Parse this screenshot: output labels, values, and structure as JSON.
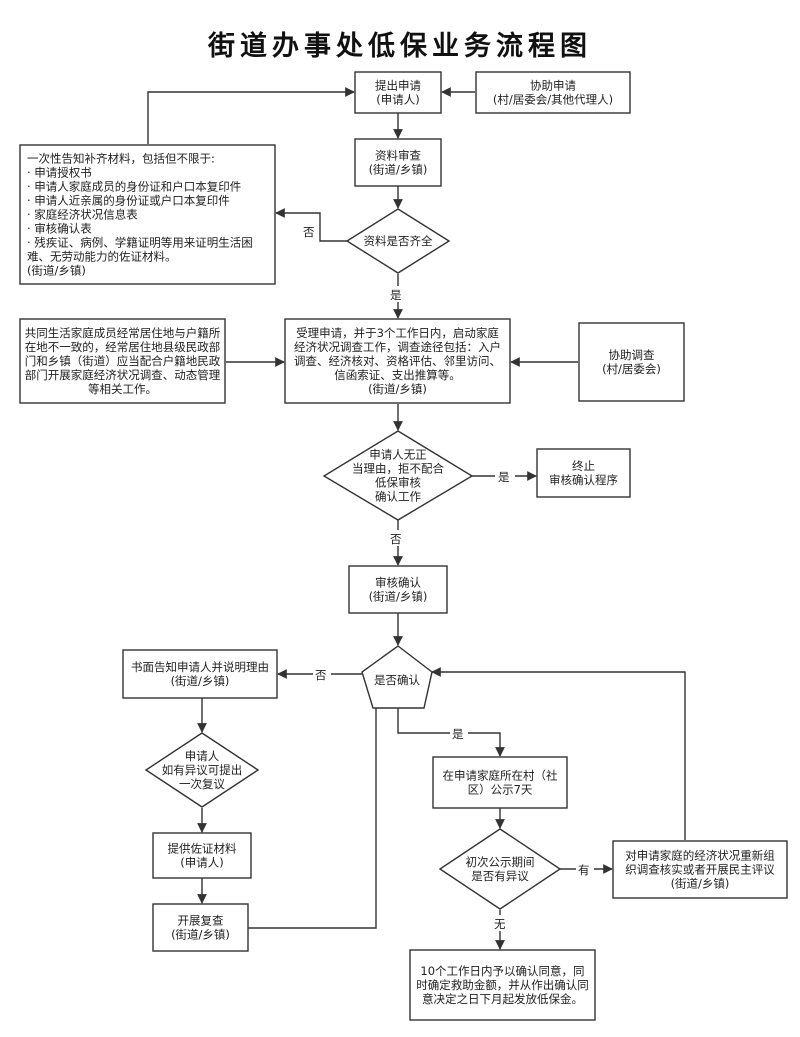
{
  "title": "街道办事处低保业务流程图",
  "nodes": {
    "apply": [
      "提出申请",
      "(申请人)"
    ],
    "assist_apply": [
      "协助申请",
      "(村/居委会/其他代理人)"
    ],
    "review": [
      "资料审查",
      "(街道/乡镇)"
    ],
    "notify_materials": [
      "一次性告知补齐材料，包括但不限于:",
      "· 申请授权书",
      "· 申请人家庭成员的身份证和户口本复印件",
      "· 申请人近亲属的身份证或户口本复印件",
      "· 家庭经济状况信息表",
      "· 审核确认表",
      "· 残疾证、病例、学籍证明等用来证明生活困",
      "难、无劳动能力的佐证材料。",
      "(街道/乡镇)"
    ],
    "complete_check": [
      "资料是否齐全"
    ],
    "accept": [
      "受理申请，并于3个工作日内，启动家庭",
      "经济状况调查工作，调查途径包括：入户",
      "调查、经济核对、资格评估、邻里访问、",
      "信函索证、支出推算等。",
      "(街道/乡镇)"
    ],
    "residence_note": [
      "共同生活家庭成员经常居住地与户籍所",
      "在地不一致的，经常居住地县级民政部",
      "门和乡镇（街道）应当配合户籍地民政",
      "部门开展家庭经济状况调查、动态管理",
      "等相关工作。"
    ],
    "assist_survey": [
      "协助调查",
      "(村/居委会)"
    ],
    "refuse_check": [
      "申请人无正",
      "当理由，拒不配合",
      "低保审核",
      "确认工作"
    ],
    "terminate": [
      "终止",
      "审核确认程序"
    ],
    "audit": [
      "审核确认",
      "(街道/乡镇)"
    ],
    "confirm": [
      "是否确认"
    ],
    "written_notice": [
      "书面告知申请人并说明理由",
      "(街道/乡镇)"
    ],
    "objection": [
      "申请人",
      "如有异议可提出",
      "一次复议"
    ],
    "evidence": [
      "提供佐证材料",
      "(申请人)"
    ],
    "recheck": [
      "开展复查",
      "(街道/乡镇)"
    ],
    "publicize": [
      "在申请家庭所在村（社",
      "区）公示7天"
    ],
    "first_objection": [
      "初次公示期间",
      "是否有异议"
    ],
    "reinvestigate": [
      "对申请家庭的经济状况重新组",
      "织调查核实或者开展民主评议",
      "(街道/乡镇)"
    ],
    "approve": [
      "10个工作日内予以确认同意，同",
      "时确定救助金额，并从作出确认同",
      "意决定之日下月起发放低保金。"
    ]
  },
  "edge_labels": {
    "no_1": "否",
    "yes_1": "是",
    "yes_2": "是",
    "no_2": "否",
    "no_3": "否",
    "yes_3": "是",
    "has": "有",
    "none": "无"
  }
}
